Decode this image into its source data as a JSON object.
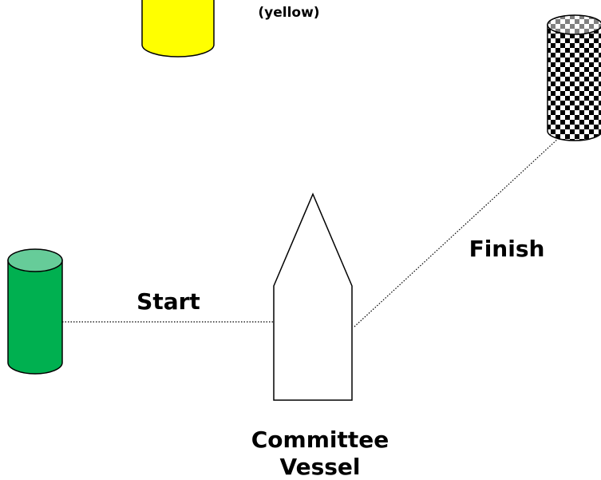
{
  "labels": {
    "yellow_mark": "(yellow)",
    "start": "Start",
    "finish": "Finish",
    "committee_line1": "Committee",
    "committee_line2": "Vessel"
  },
  "colors": {
    "yellow_buoy_body": "#ffff00",
    "green_buoy_body": "#00b050",
    "green_buoy_top": "#66cc99",
    "checker_dark": "#000000",
    "checker_light": "#ffffff",
    "checker_top_dark": "#808080",
    "line": "#000000"
  }
}
